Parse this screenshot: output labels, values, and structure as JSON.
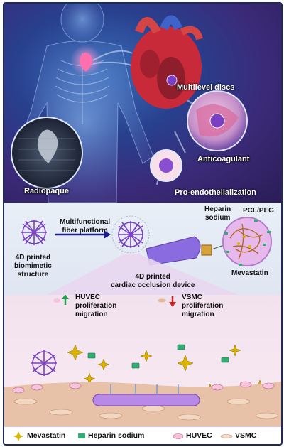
{
  "top": {
    "multilevel_discs": "Multilevel discs",
    "anticoagulant": "Anticoagulant",
    "radiopaque": "Radiopaque",
    "pro_endothelialization": "Pro-endothelialization"
  },
  "middle": {
    "structure_label_line1": "4D printed",
    "structure_label_line2": "biomimetic",
    "structure_label_line3": "structure",
    "platform_line1": "Multifunctional",
    "platform_line2": "fiber platform",
    "device_line1": "4D printed",
    "device_line2": "cardiac occlusion device",
    "heparin_line1": "Heparin",
    "heparin_line2": "sodium",
    "pcl_peg": "PCL/PEG",
    "mevastatin": "Mevastatin"
  },
  "bottom": {
    "huvec_line1": "HUVEC",
    "huvec_line2": "proliferation",
    "huvec_line3": "migration",
    "vsmc_line1": "VSMC",
    "vsmc_line2": "proliferation",
    "vsmc_line3": "migration"
  },
  "legend": {
    "mevastatin": "Mevastatin",
    "heparin_sodium": "Heparin sodium",
    "huvec": "HUVEC",
    "vsmc": "VSMC"
  },
  "colors": {
    "frame": "#1f2a55",
    "purple_mesh": "#7a3fc2",
    "mevastatin_star": "#d9b400",
    "heparin_green": "#2fae74",
    "up_arrow": "#1fa04a",
    "down_arrow": "#d02525"
  }
}
